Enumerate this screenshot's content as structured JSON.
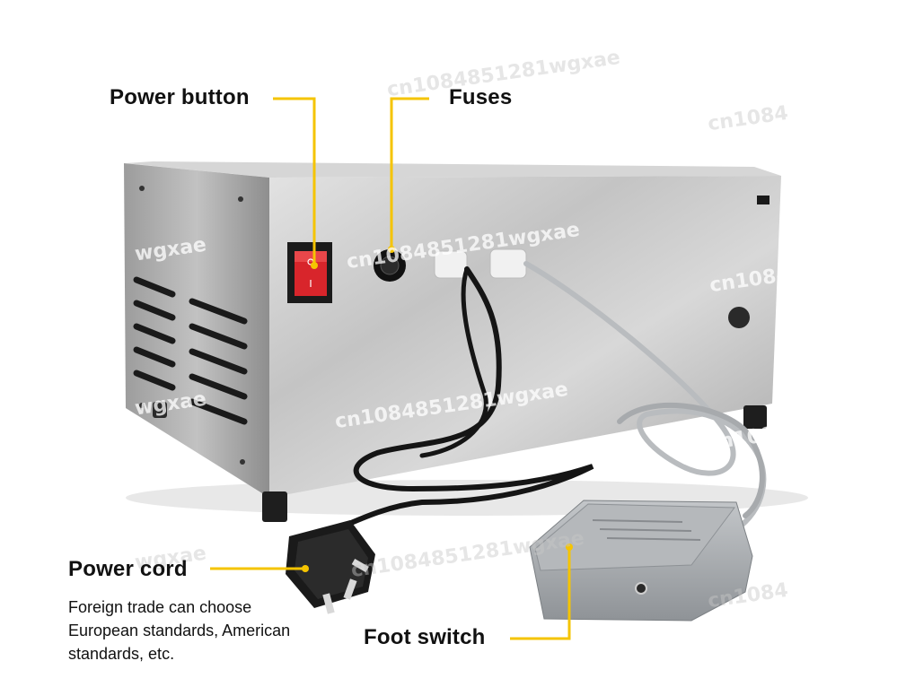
{
  "callouts": {
    "power_button": "Power button",
    "fuses": "Fuses",
    "power_cord": "Power cord",
    "foot_switch": "Foot switch"
  },
  "power_cord_description": {
    "line1": "Foreign trade can choose",
    "line2": "European standards, American",
    "line3": "standards, etc."
  },
  "watermark": {
    "full": "cn1084851281wgxae",
    "short": "cn1084",
    "tail": "wgxae"
  },
  "colors": {
    "leader_line": "#f5c400",
    "switch_red": "#d8252b",
    "steel": "#c9c9c9",
    "pedal": "#a9adb1"
  }
}
